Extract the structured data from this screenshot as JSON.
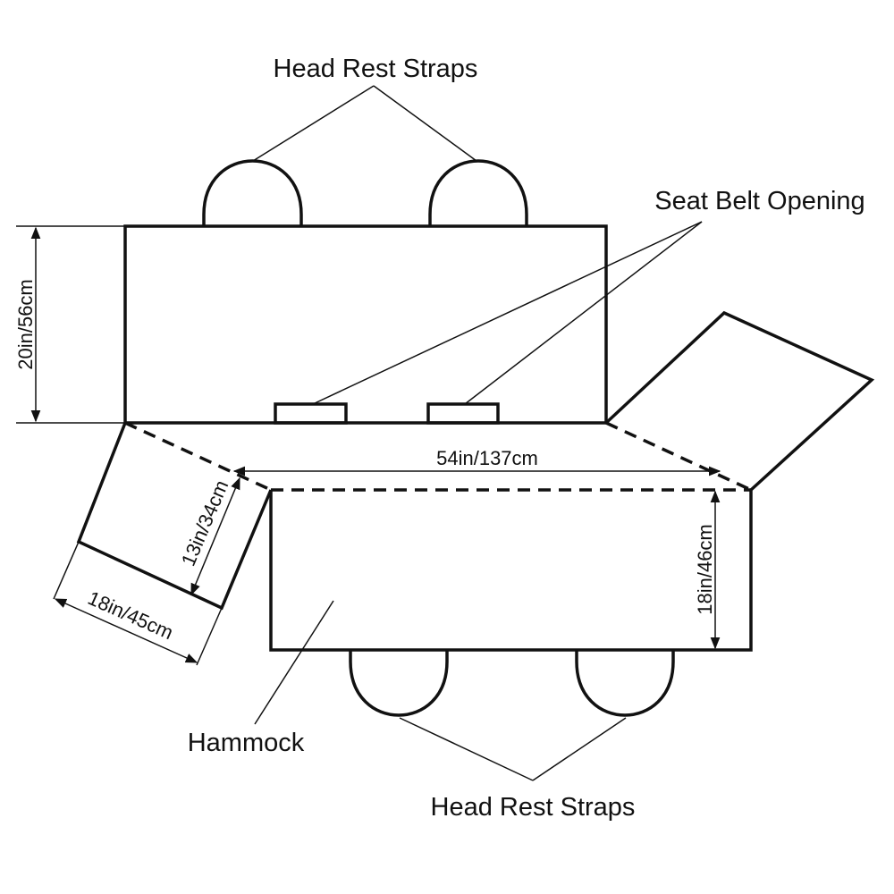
{
  "labels": {
    "head_rest_top": "Head Rest Straps",
    "seat_belt": "Seat Belt Opening",
    "hammock": "Hammock",
    "head_rest_bottom": "Head Rest Straps"
  },
  "dimensions": {
    "back_height": "20in/56cm",
    "width": "54in/137cm",
    "hammock_depth": "18in/46cm",
    "side_flap_height": "13in/34cm",
    "side_flap_width": "18in/45cm"
  }
}
